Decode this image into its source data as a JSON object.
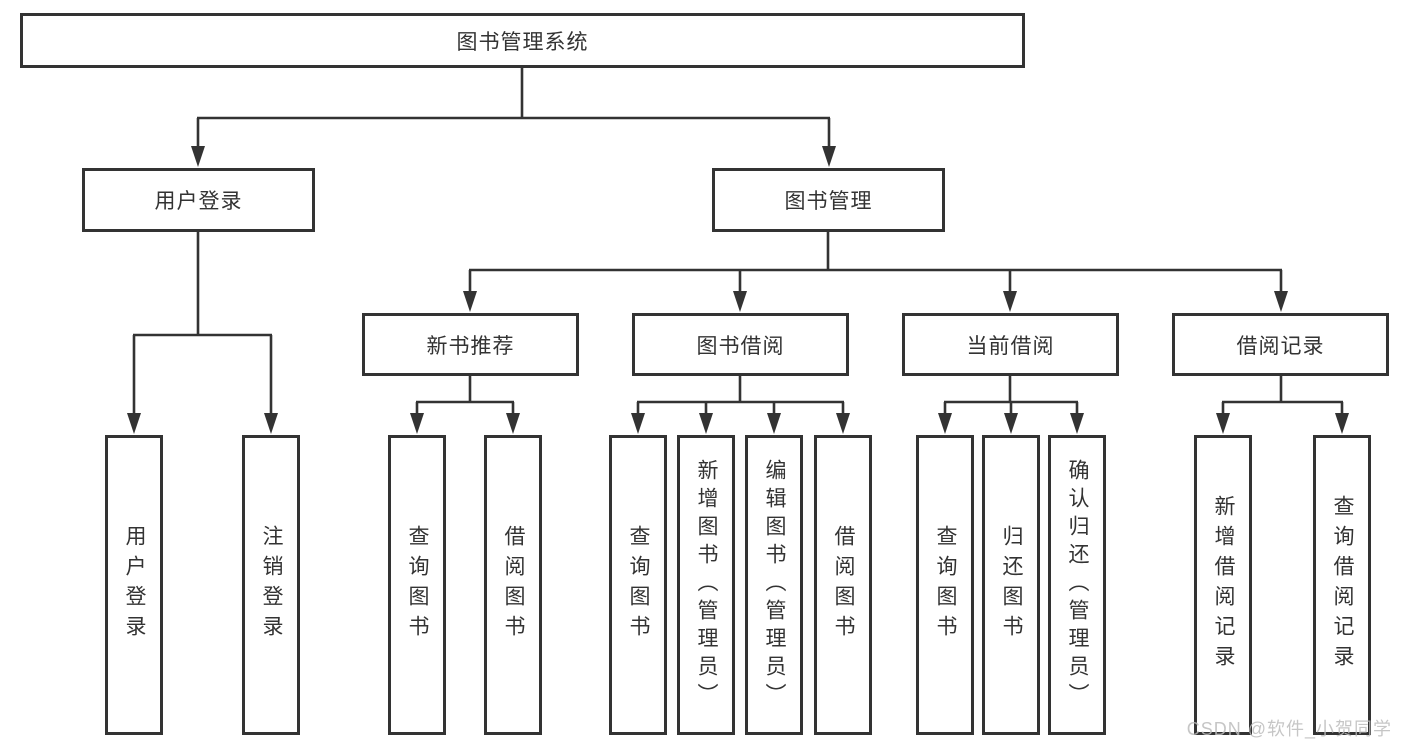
{
  "diagram": {
    "root": {
      "label": "图书管理系统"
    },
    "level1": [
      {
        "label": "用户登录",
        "children": [
          {
            "label": "用户登录"
          },
          {
            "label": "注销登录"
          }
        ]
      },
      {
        "label": "图书管理",
        "children": [
          {
            "label": "新书推荐",
            "children": [
              {
                "label": "查询图书"
              },
              {
                "label": "借阅图书"
              }
            ]
          },
          {
            "label": "图书借阅",
            "children": [
              {
                "label": "查询图书"
              },
              {
                "label": "新增图书（管理员）"
              },
              {
                "label": "编辑图书（管理员）"
              },
              {
                "label": "借阅图书"
              }
            ]
          },
          {
            "label": "当前借阅",
            "children": [
              {
                "label": "查询图书"
              },
              {
                "label": "归还图书"
              },
              {
                "label": "确认归还（管理员）"
              }
            ]
          },
          {
            "label": "借阅记录",
            "children": [
              {
                "label": "新增借阅记录"
              },
              {
                "label": "查询借阅记录"
              }
            ]
          }
        ]
      }
    ]
  },
  "watermark": "CSDN @软件_小贺同学",
  "colors": {
    "line": "#333333",
    "box_border": "#333333",
    "text": "#333333",
    "background": "#ffffff",
    "watermark": "#bdbdbd"
  }
}
